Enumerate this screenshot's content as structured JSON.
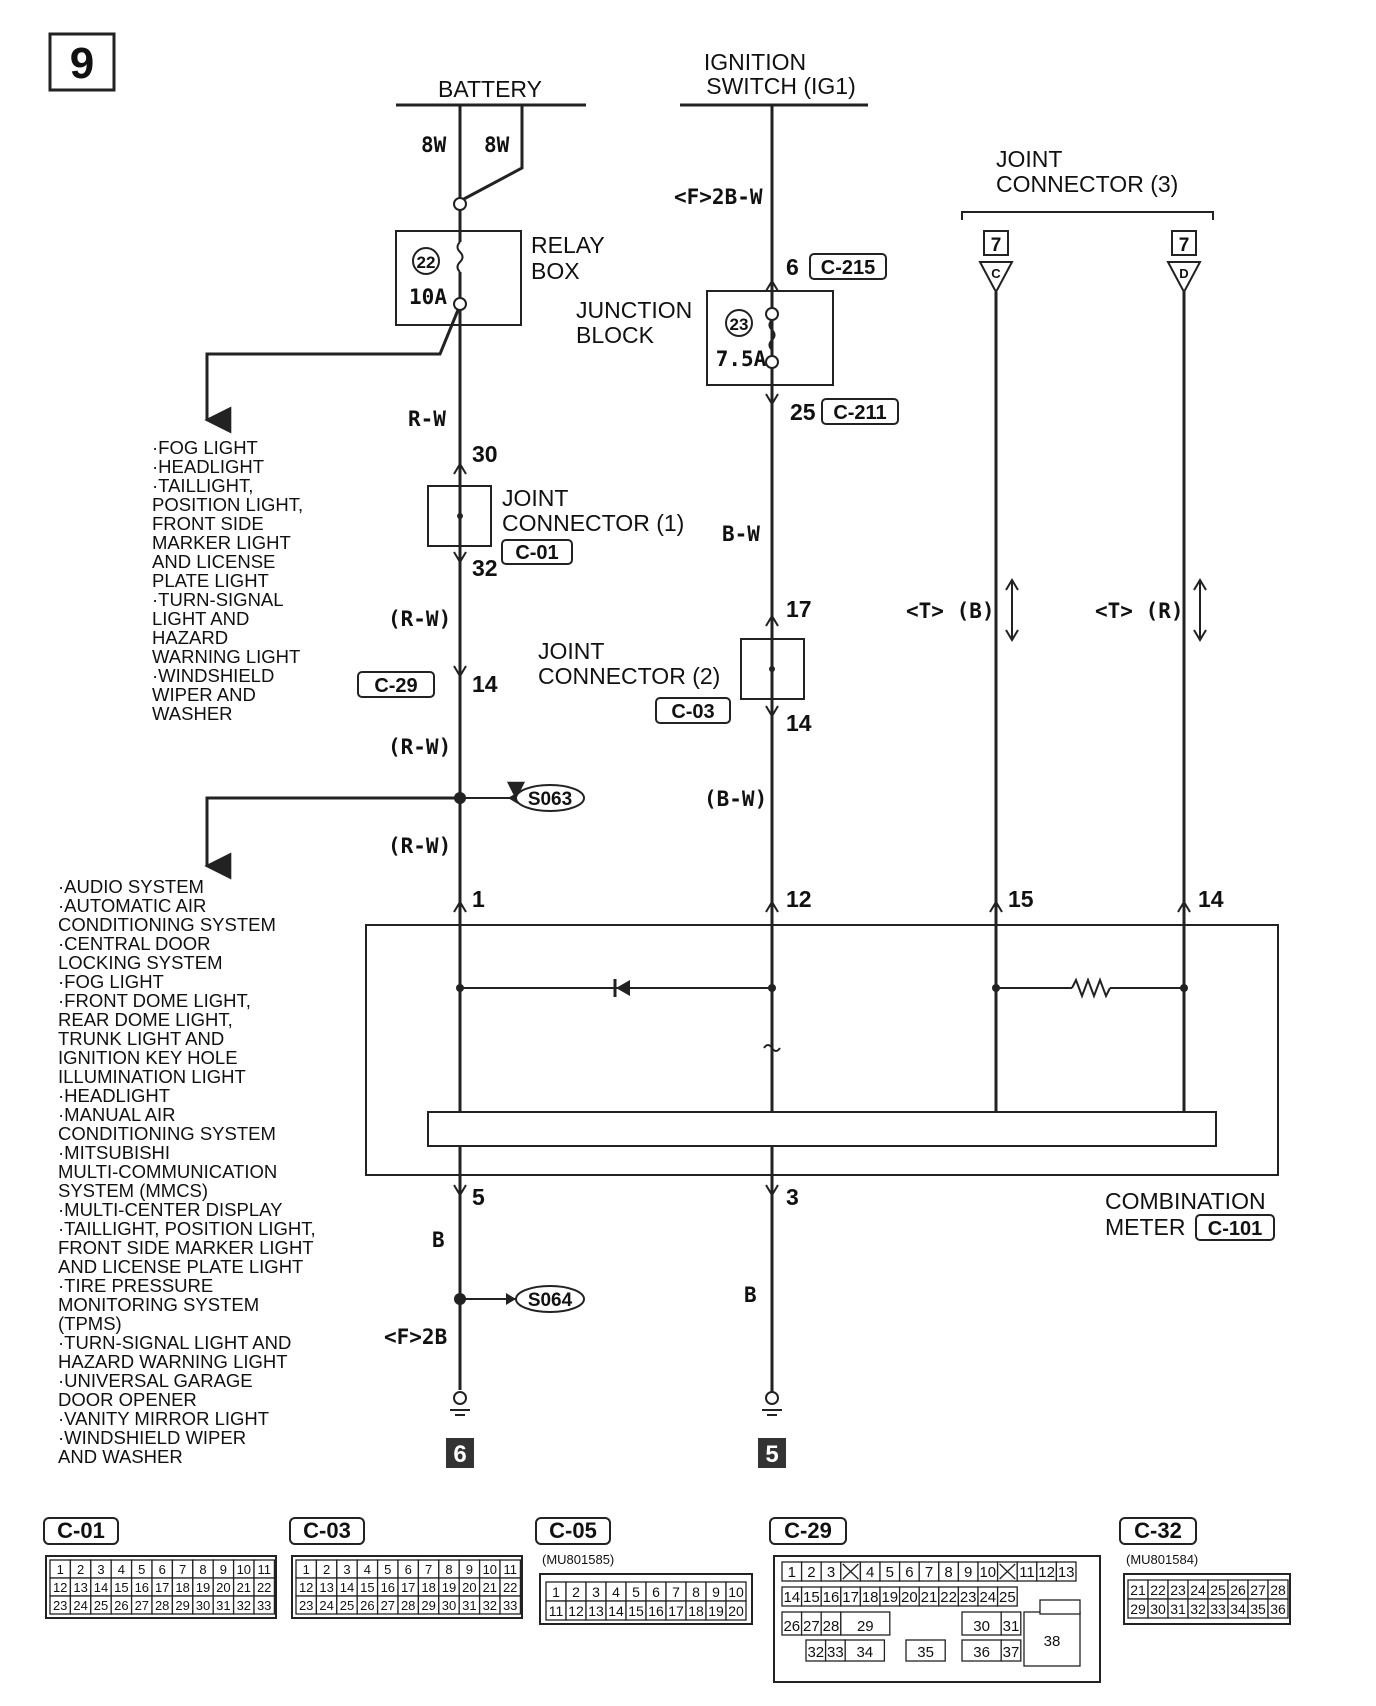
{
  "page_number": "9",
  "sources": {
    "battery": "BATTERY",
    "ignition_line1": "IGNITION",
    "ignition_line2": "SWITCH (IG1)",
    "joint3_line1": "JOINT",
    "joint3_line2": "CONNECTOR (3)",
    "joint3_left_pin": "7",
    "joint3_left_letter": "C",
    "joint3_right_pin": "7",
    "joint3_right_letter": "D"
  },
  "wires": {
    "battery_left": "8W",
    "battery_right": "8W",
    "ign_top": "<F>2B-W",
    "relay_out": "R-W",
    "j1_out": "(R-W)",
    "to_s063": "(R-W)",
    "to_meter_1": "(R-W)",
    "jb_out": "B-W",
    "j2_out": "(B-W)",
    "ground_b1": "B",
    "ground_f2b": "<F>2B",
    "ground_b2": "B",
    "tb": "<T> (B)",
    "tr": "<T> (R)"
  },
  "relay_box": {
    "fuse_no": "22",
    "rating": "10A",
    "line1": "RELAY",
    "line2": "BOX"
  },
  "junction_block": {
    "fuse_no": "23",
    "rating": "7.5A",
    "line1": "JUNCTION",
    "line2": "BLOCK"
  },
  "joint1": {
    "line1": "JOINT",
    "line2": "CONNECTOR (1)",
    "conn": "C-01",
    "pin_in": "30",
    "pin_out": "32"
  },
  "joint2": {
    "line1": "JOINT",
    "line2": "CONNECTOR (2)",
    "conn": "C-03",
    "pin_in": "17",
    "pin_out": "14"
  },
  "connectors_inline": {
    "c215_pin": "6",
    "c215": "C-215",
    "c211_pin": "25",
    "c211": "C-211",
    "c29": "C-29",
    "c29_pin": "14"
  },
  "splices": {
    "s063": "S063",
    "s064": "S064"
  },
  "meter": {
    "pin1": "1",
    "pin12": "12",
    "pin15": "15",
    "pin14": "14",
    "pin5": "5",
    "pin3": "3",
    "line1": "COMBINATION",
    "line2": "METER",
    "conn": "C-101"
  },
  "grounds": {
    "left": "6",
    "right": "5"
  },
  "list_top": [
    "·FOG LIGHT",
    "·HEADLIGHT",
    "·TAILLIGHT,",
    " POSITION LIGHT,",
    " FRONT SIDE",
    " MARKER LIGHT",
    " AND LICENSE",
    " PLATE LIGHT",
    "·TURN-SIGNAL",
    " LIGHT AND",
    " HAZARD",
    " WARNING LIGHT",
    "·WINDSHIELD",
    " WIPER AND",
    " WASHER"
  ],
  "list_bottom": [
    "·AUDIO SYSTEM",
    "·AUTOMATIC AIR",
    " CONDITIONING SYSTEM",
    "·CENTRAL DOOR",
    " LOCKING SYSTEM",
    "·FOG LIGHT",
    "·FRONT DOME LIGHT,",
    " REAR DOME LIGHT,",
    " TRUNK LIGHT AND",
    " IGNITION KEY HOLE",
    " ILLUMINATION LIGHT",
    "·HEADLIGHT",
    "·MANUAL AIR",
    " CONDITIONING SYSTEM",
    "·MITSUBISHI",
    " MULTI-COMMUNICATION",
    " SYSTEM (MMCS)",
    "·MULTI-CENTER DISPLAY",
    "·TAILLIGHT, POSITION LIGHT,",
    " FRONT SIDE  MARKER LIGHT",
    " AND LICENSE PLATE LIGHT",
    "·TIRE PRESSURE",
    " MONITORING SYSTEM",
    " (TPMS)",
    "·TURN-SIGNAL LIGHT AND",
    " HAZARD WARNING LIGHT",
    "·UNIVERSAL GARAGE",
    " DOOR OPENER",
    "·VANITY MIRROR LIGHT",
    "·WINDSHIELD WIPER",
    " AND WASHER"
  ],
  "legend": {
    "c01": {
      "label": "C-01",
      "rows": [
        [
          "1",
          "2",
          "3",
          "4",
          "5",
          "6",
          "7",
          "8",
          "9",
          "10",
          "11"
        ],
        [
          "12",
          "13",
          "14",
          "15",
          "16",
          "17",
          "18",
          "19",
          "20",
          "21",
          "22"
        ],
        [
          "23",
          "24",
          "25",
          "26",
          "27",
          "28",
          "29",
          "30",
          "31",
          "32",
          "33"
        ]
      ]
    },
    "c03": {
      "label": "C-03",
      "rows": [
        [
          "1",
          "2",
          "3",
          "4",
          "5",
          "6",
          "7",
          "8",
          "9",
          "10",
          "11"
        ],
        [
          "12",
          "13",
          "14",
          "15",
          "16",
          "17",
          "18",
          "19",
          "20",
          "21",
          "22"
        ],
        [
          "23",
          "24",
          "25",
          "26",
          "27",
          "28",
          "29",
          "30",
          "31",
          "32",
          "33"
        ]
      ]
    },
    "c05": {
      "label": "C-05",
      "part": "(MU801585)",
      "rows": [
        [
          "1",
          "2",
          "3",
          "4",
          "5",
          "6",
          "7",
          "8",
          "9",
          "10"
        ],
        [
          "11",
          "12",
          "13",
          "14",
          "15",
          "16",
          "17",
          "18",
          "19",
          "20"
        ]
      ]
    },
    "c29": {
      "label": "C-29",
      "row1": [
        "1",
        "2",
        "3",
        "",
        "4",
        "5",
        "6",
        "7",
        "8",
        "9",
        "10",
        "",
        "11",
        "12",
        "13"
      ],
      "row2": [
        "14",
        "15",
        "16",
        "17",
        "18",
        "19",
        "20",
        "21",
        "22",
        "23",
        "24",
        "25"
      ],
      "mid": [
        "26",
        "27",
        "28",
        "29",
        "30",
        "31",
        "38"
      ],
      "bottom": [
        "32",
        "33",
        "34",
        "35",
        "36",
        "37"
      ]
    },
    "c32": {
      "label": "C-32",
      "part": "(MU801584)",
      "rows": [
        [
          "21",
          "22",
          "23",
          "24",
          "25",
          "26",
          "27",
          "28"
        ],
        [
          "29",
          "30",
          "31",
          "32",
          "33",
          "34",
          "35",
          "36"
        ]
      ]
    }
  }
}
